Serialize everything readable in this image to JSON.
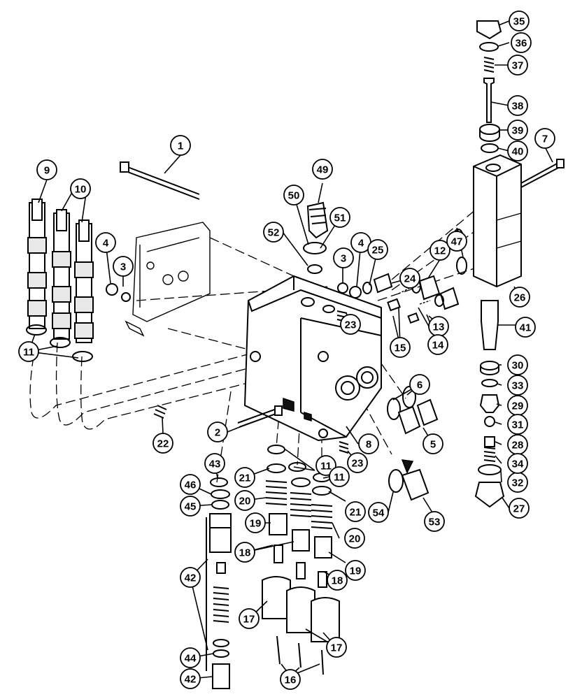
{
  "callouts": [
    {
      "id": "c1",
      "label": "1"
    },
    {
      "id": "c2",
      "label": "2"
    },
    {
      "id": "c3a",
      "label": "3"
    },
    {
      "id": "c3b",
      "label": "3"
    },
    {
      "id": "c4a",
      "label": "4"
    },
    {
      "id": "c4b",
      "label": "4"
    },
    {
      "id": "c5",
      "label": "5"
    },
    {
      "id": "c6",
      "label": "6"
    },
    {
      "id": "c7",
      "label": "7"
    },
    {
      "id": "c8",
      "label": "8"
    },
    {
      "id": "c9",
      "label": "9"
    },
    {
      "id": "c10",
      "label": "10"
    },
    {
      "id": "c11a",
      "label": "11"
    },
    {
      "id": "c11b",
      "label": "11"
    },
    {
      "id": "c11c",
      "label": "11"
    },
    {
      "id": "c12",
      "label": "12"
    },
    {
      "id": "c13",
      "label": "13"
    },
    {
      "id": "c14",
      "label": "14"
    },
    {
      "id": "c15",
      "label": "15"
    },
    {
      "id": "c16",
      "label": "16"
    },
    {
      "id": "c17a",
      "label": "17"
    },
    {
      "id": "c17b",
      "label": "17"
    },
    {
      "id": "c18a",
      "label": "18"
    },
    {
      "id": "c18b",
      "label": "18"
    },
    {
      "id": "c19a",
      "label": "19"
    },
    {
      "id": "c19b",
      "label": "19"
    },
    {
      "id": "c20a",
      "label": "20"
    },
    {
      "id": "c20b",
      "label": "20"
    },
    {
      "id": "c21a",
      "label": "21"
    },
    {
      "id": "c21b",
      "label": "21"
    },
    {
      "id": "c22",
      "label": "22"
    },
    {
      "id": "c23a",
      "label": "23"
    },
    {
      "id": "c23b",
      "label": "23"
    },
    {
      "id": "c24",
      "label": "24"
    },
    {
      "id": "c25",
      "label": "25"
    },
    {
      "id": "c26",
      "label": "26"
    },
    {
      "id": "c27",
      "label": "27"
    },
    {
      "id": "c28",
      "label": "28"
    },
    {
      "id": "c29",
      "label": "29"
    },
    {
      "id": "c30",
      "label": "30"
    },
    {
      "id": "c31",
      "label": "31"
    },
    {
      "id": "c32",
      "label": "32"
    },
    {
      "id": "c33",
      "label": "33"
    },
    {
      "id": "c34",
      "label": "34"
    },
    {
      "id": "c35",
      "label": "35"
    },
    {
      "id": "c36",
      "label": "36"
    },
    {
      "id": "c37",
      "label": "37"
    },
    {
      "id": "c38",
      "label": "38"
    },
    {
      "id": "c39",
      "label": "39"
    },
    {
      "id": "c40",
      "label": "40"
    },
    {
      "id": "c41",
      "label": "41"
    },
    {
      "id": "c42a",
      "label": "42"
    },
    {
      "id": "c42b",
      "label": "42"
    },
    {
      "id": "c43",
      "label": "43"
    },
    {
      "id": "c44",
      "label": "44"
    },
    {
      "id": "c45",
      "label": "45"
    },
    {
      "id": "c46",
      "label": "46"
    },
    {
      "id": "c47",
      "label": "47"
    },
    {
      "id": "c49",
      "label": "49"
    },
    {
      "id": "c50",
      "label": "50"
    },
    {
      "id": "c51",
      "label": "51"
    },
    {
      "id": "c52",
      "label": "52"
    },
    {
      "id": "c53",
      "label": "53"
    },
    {
      "id": "c54",
      "label": "54"
    }
  ]
}
